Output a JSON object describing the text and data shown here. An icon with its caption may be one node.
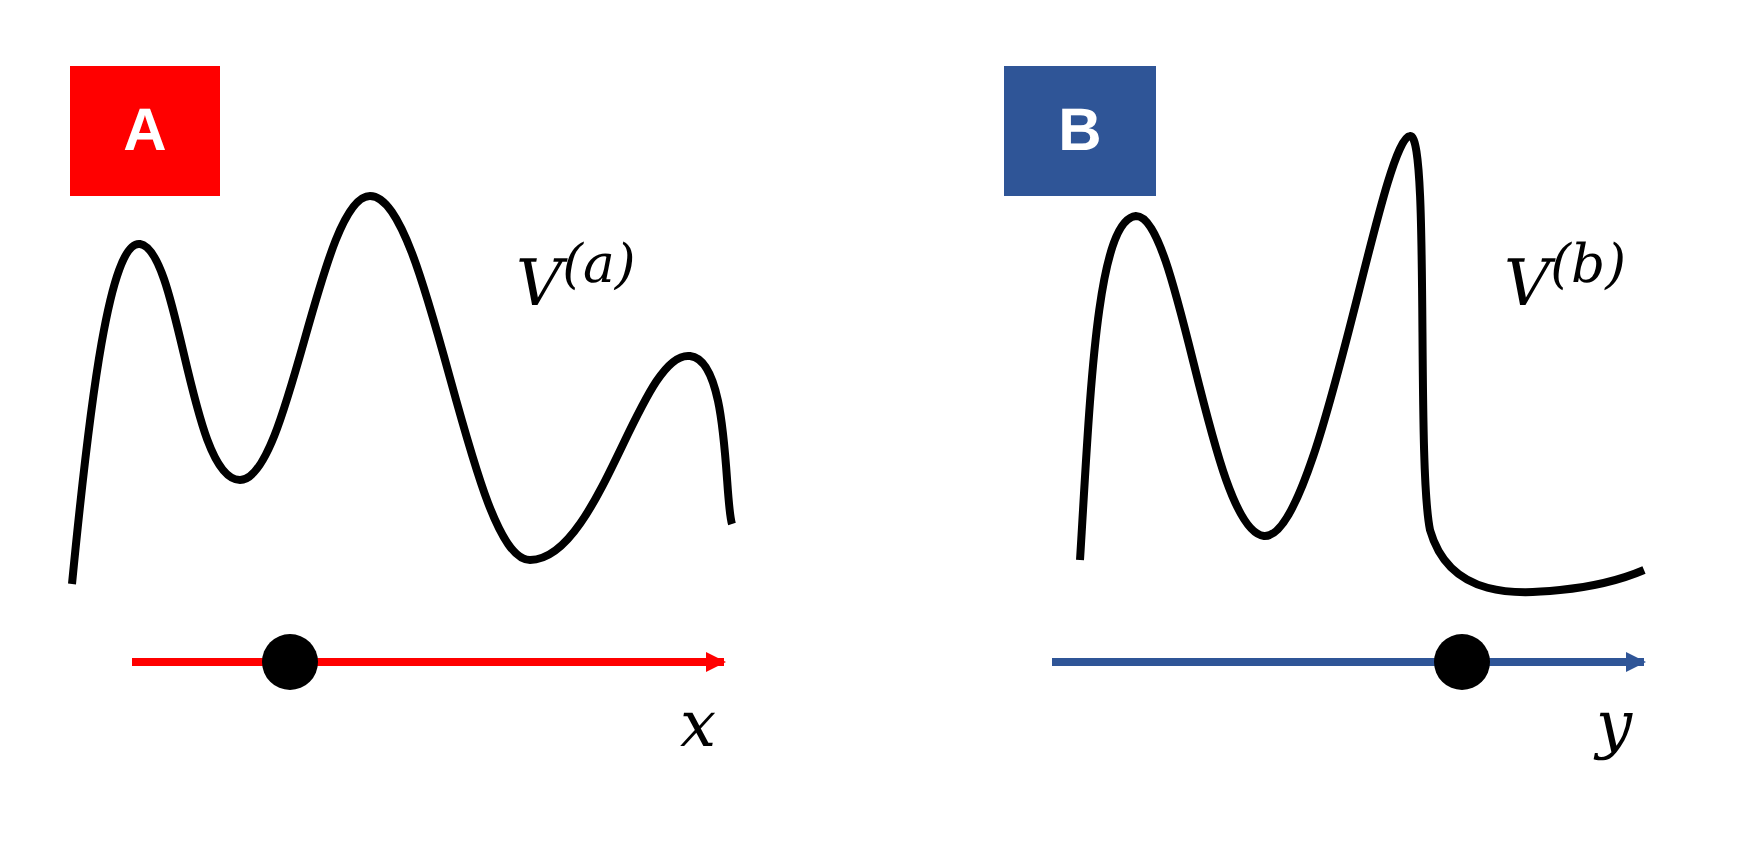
{
  "diagram": {
    "nodes": [
      {
        "text": [
          "A"
        ]
      },
      {
        "text": [
          "B"
        ]
      }
    ],
    "labels": [
      "V$^{(a)}$",
      "x",
      "V$^{(b)}$",
      "y"
    ]
  }
}
